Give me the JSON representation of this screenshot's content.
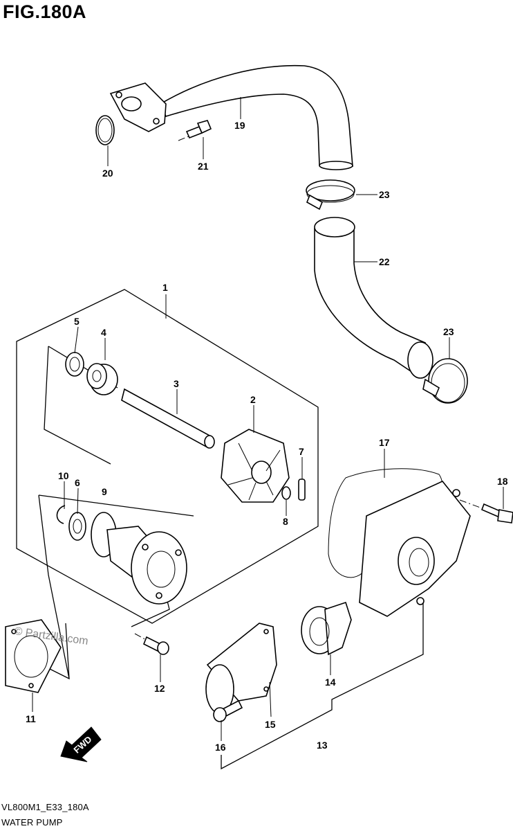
{
  "figure": {
    "title": "FIG.180A",
    "code": "VL800M1_E33_180A",
    "name": "WATER PUMP"
  },
  "watermark": "© Partzilla.com",
  "fwd_label": "FWD",
  "callouts": [
    "1",
    "2",
    "3",
    "4",
    "5",
    "6",
    "7",
    "8",
    "9",
    "10",
    "11",
    "12",
    "13",
    "14",
    "15",
    "16",
    "17",
    "18",
    "19",
    "20",
    "21",
    "22",
    "23",
    "23"
  ]
}
